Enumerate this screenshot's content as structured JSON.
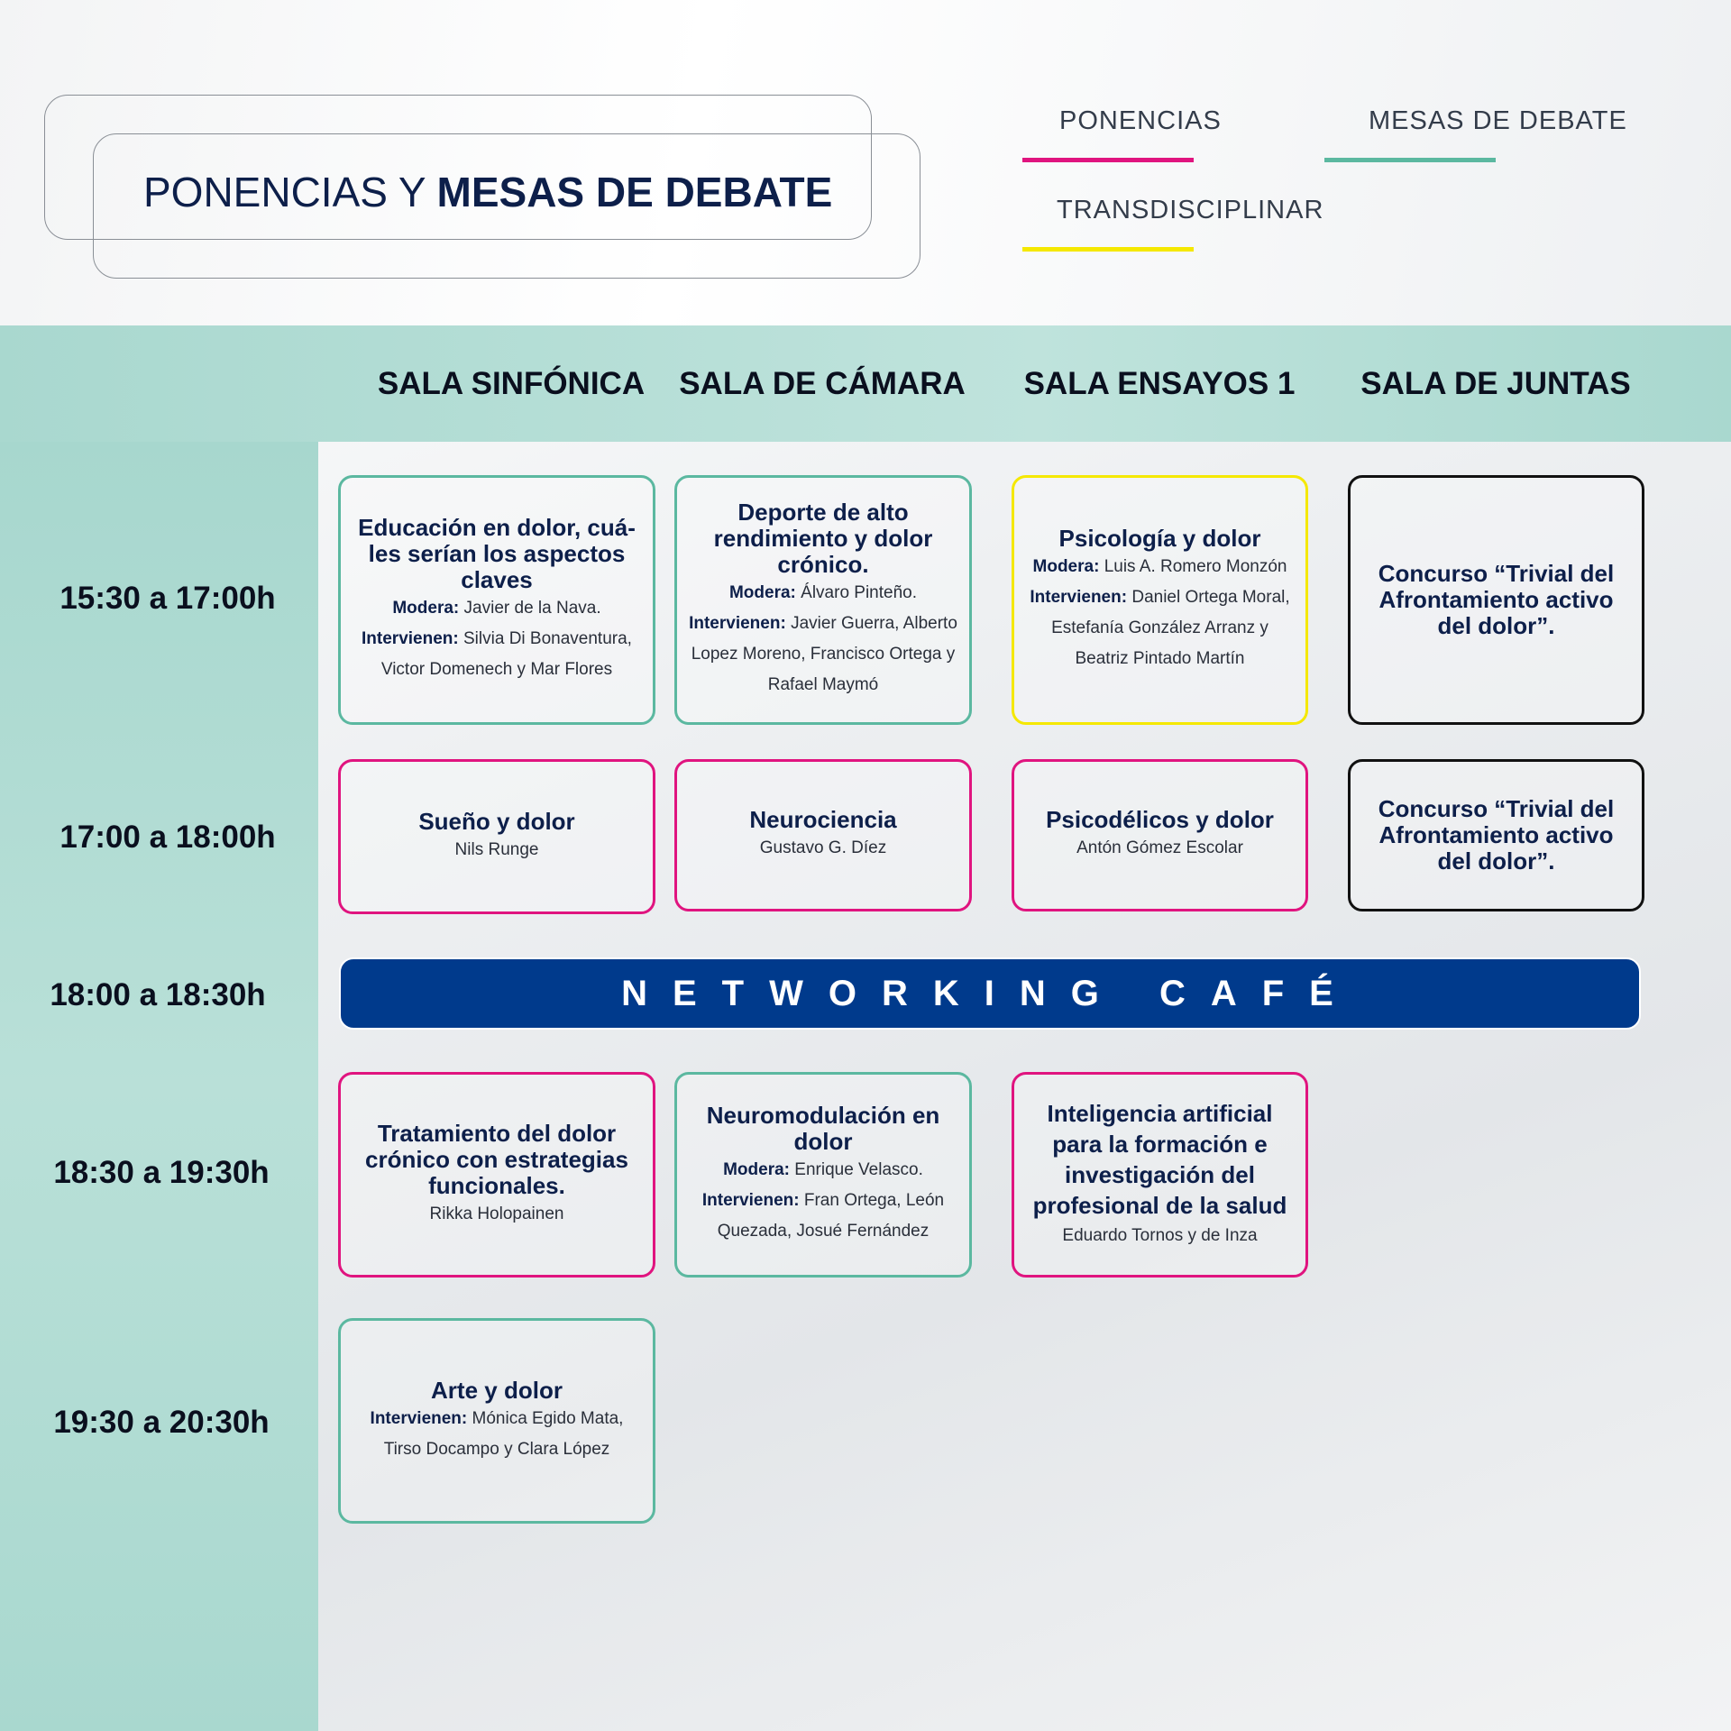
{
  "header": {
    "title_light": "PONENCIAS Y ",
    "title_bold": "MESAS DE DEBATE"
  },
  "legend": [
    {
      "label": "PONENCIAS",
      "color": "#e0147f"
    },
    {
      "label": "MESAS DE DEBATE",
      "color": "#5bb8a0"
    },
    {
      "label": "TRANSDISCIPLINAR",
      "color": "#f5e800"
    }
  ],
  "rooms": [
    "SALA SINFÓNICA",
    "SALA DE CÁMARA",
    "SALA ENSAYOS 1",
    "SALA DE JUNTAS"
  ],
  "times": [
    "15:30 a 17:00h",
    "17:00 a 18:00h",
    "18:00 a 18:30h",
    "18:30 a 19:30h",
    "19:30 a 20:30h"
  ],
  "labels": {
    "modera": "Modera:",
    "intervienen": "Intervienen:"
  },
  "sessions": {
    "r1c1": {
      "title": "Educación en dolor, cuá-les serían los aspectos claves",
      "modera": " Javier de la Nava.",
      "intervienen": " Silvia Di Bonaventura, Victor Domenech y Mar Flores"
    },
    "r1c2": {
      "title": "Deporte de alto rendimiento y dolor crónico.",
      "modera": " Álvaro Pinteño.",
      "intervienen": " Javier Guerra, Alberto Lopez Moreno, Francisco Ortega y Rafael Maymó"
    },
    "r1c3": {
      "title": "Psicología y dolor",
      "modera": " Luis A. Romero Monzón",
      "intervienen": " Daniel Ortega Moral, Estefanía González Arranz y Beatriz Pintado Martín"
    },
    "r1c4": {
      "title": "Concurso “Trivial del Afrontamiento activo del dolor”."
    },
    "r2c1": {
      "title": "Sueño y dolor",
      "speaker": "Nils Runge"
    },
    "r2c2": {
      "title": "Neurociencia",
      "speaker": "Gustavo G. Díez"
    },
    "r2c3": {
      "title": "Psicodélicos y dolor",
      "speaker": "Antón Gómez Escolar"
    },
    "r2c4": {
      "title": "Concurso “Trivial del Afrontamiento activo del dolor”."
    },
    "networking": "NETWORKING CAFÉ",
    "r4c1": {
      "title": "Tratamiento del dolor crónico con estrategias funcionales.",
      "speaker": "Rikka Holopainen"
    },
    "r4c2": {
      "title": "Neuromodulación en dolor",
      "modera": " Enrique Velasco.",
      "intervienen": " Fran Ortega, León Quezada, Josué Fernández"
    },
    "r4c3": {
      "title": "Inteligencia artificial para la formación e investigación del profesional de la salud",
      "speaker": "Eduardo Tornos y de Inza"
    },
    "r5c1": {
      "title": "Arte y dolor",
      "intervienen": " Mónica Egido Mata, Tirso Docampo y Clara López"
    }
  }
}
